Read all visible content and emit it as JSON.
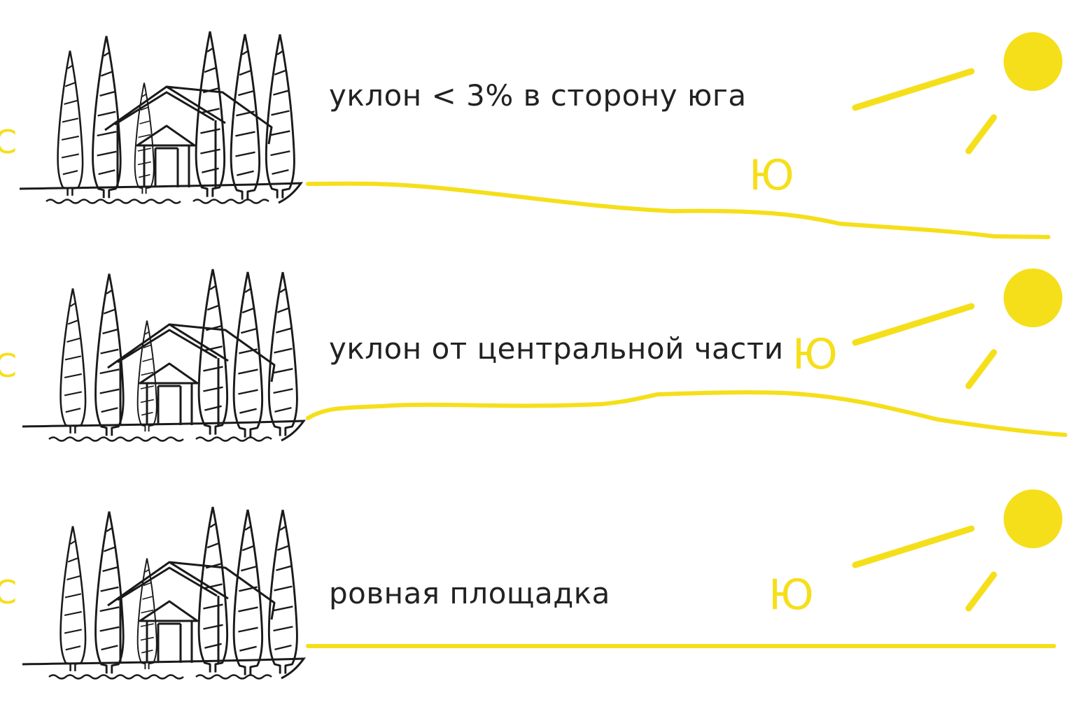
{
  "colors": {
    "accent": "#f5df1a",
    "ink": "#222222",
    "background": "#ffffff"
  },
  "panels": [
    {
      "caption": "уклон < 3% в сторону юга",
      "north_label": "С",
      "south_label": "Ю",
      "terrain": "slope-to-south"
    },
    {
      "caption": "уклон от центральной части",
      "north_label": "С",
      "south_label": "Ю",
      "terrain": "slope-from-center"
    },
    {
      "caption": "ровная площадка",
      "north_label": "С",
      "south_label": "Ю",
      "terrain": "flat"
    }
  ]
}
